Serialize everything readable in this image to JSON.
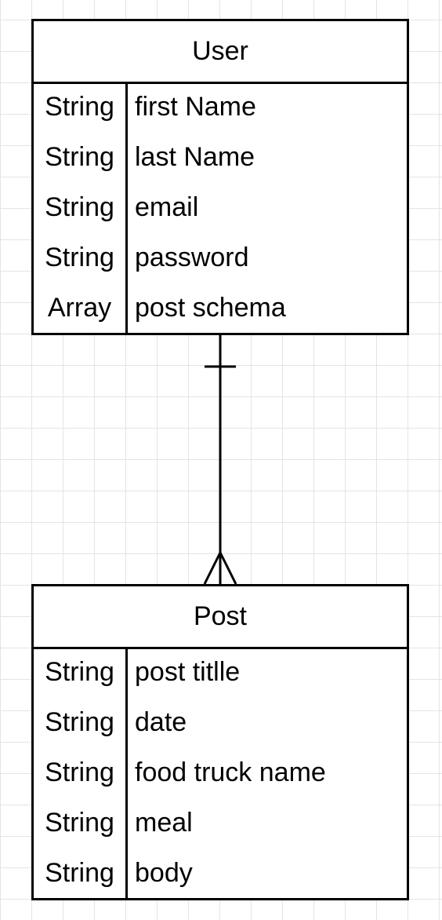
{
  "entities": {
    "user": {
      "title": "User",
      "fields": [
        {
          "type": "String",
          "name": "first Name"
        },
        {
          "type": "String",
          "name": "last Name"
        },
        {
          "type": "String",
          "name": "email"
        },
        {
          "type": "String",
          "name": "password"
        },
        {
          "type": "Array",
          "name": "post schema"
        }
      ]
    },
    "post": {
      "title": "Post",
      "fields": [
        {
          "type": "String",
          "name": "post titlle"
        },
        {
          "type": "String",
          "name": "date"
        },
        {
          "type": "String",
          "name": "food truck name"
        },
        {
          "type": "String",
          "name": "meal"
        },
        {
          "type": "String",
          "name": "body"
        }
      ]
    }
  },
  "relationship": {
    "from": "User",
    "to": "Post",
    "from_cardinality": "one",
    "to_cardinality": "many",
    "line_color": "#000000"
  }
}
